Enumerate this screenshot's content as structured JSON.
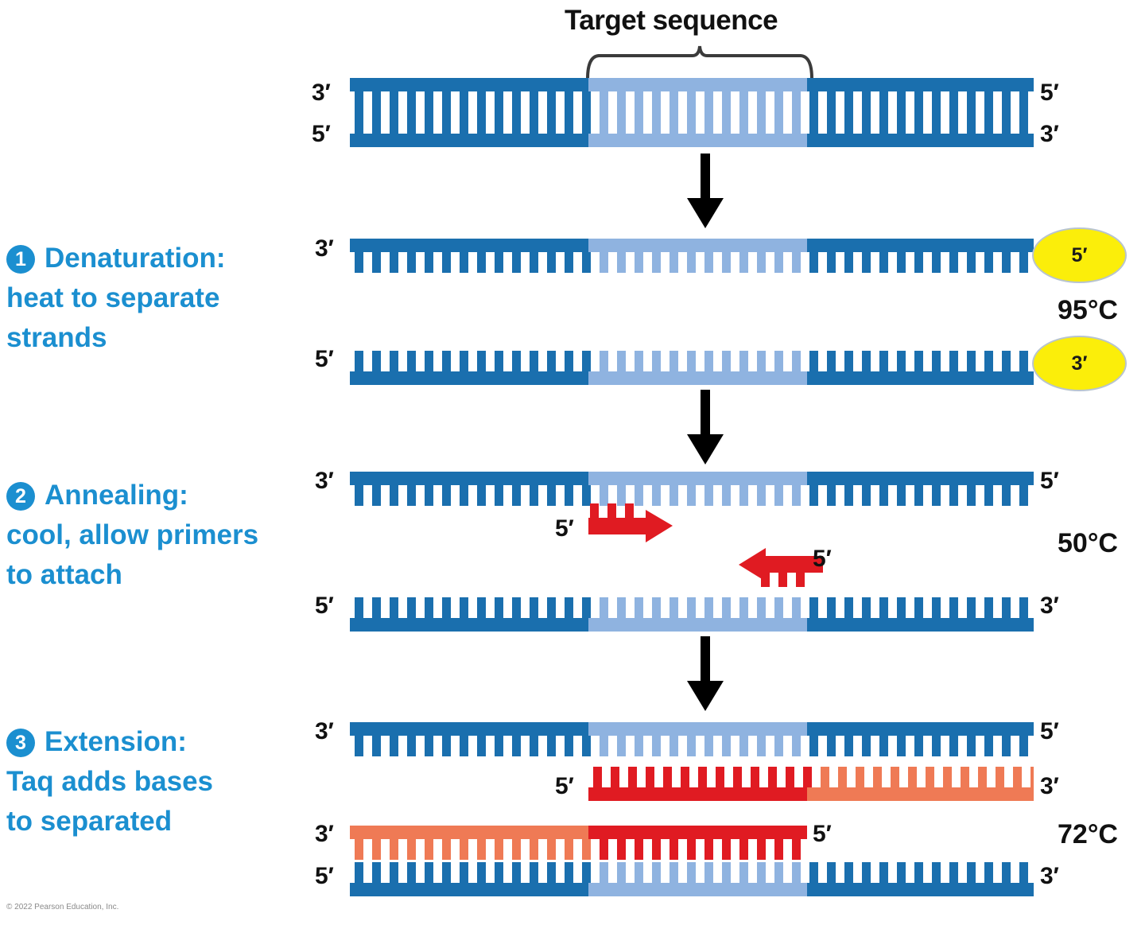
{
  "figure": {
    "title": "Target sequence",
    "copyright": "© 2022 Pearson Education, Inc.",
    "colors": {
      "dna_dark_blue": "#1a6fae",
      "dna_light_blue": "#8fb3e0",
      "new_strand_red": "#e01b22",
      "new_strand_salmon": "#ef7a55",
      "step_label_blue": "#1b8fd0",
      "oval_yellow": "#fbee0a",
      "text_black": "#111111"
    }
  },
  "steps": [
    {
      "number": "1",
      "heading": "Denaturation:",
      "body_line1": "heat to separate",
      "body_line2": "strands",
      "temperature": "95°C"
    },
    {
      "number": "2",
      "heading": "Annealing:",
      "body_line1": "cool, allow primers",
      "body_line2": "to attach",
      "temperature": "50°C"
    },
    {
      "number": "3",
      "heading": "Extension:",
      "body_line1": "Taq adds bases",
      "body_line2": "to separated",
      "temperature": "72°C"
    }
  ],
  "end_labels": {
    "three_prime": "3′",
    "five_prime": "5′"
  },
  "duplex_top": {
    "left_end_top": "3′",
    "left_end_bottom": "5′",
    "right_end_top": "5′",
    "right_end_bottom": "3′"
  },
  "denaturation_strands": {
    "upper_left": "3′",
    "upper_right_oval": "5′",
    "lower_left": "5′",
    "lower_right_oval": "3′"
  },
  "annealing_strands": {
    "upper_left": "3′",
    "upper_right": "5′",
    "lower_left": "5′",
    "lower_right": "3′",
    "primer_forward_label": "5′",
    "primer_reverse_label": "5′"
  },
  "extension_strands": {
    "upper_template_left": "3′",
    "upper_template_right": "5′",
    "upper_new_left": "5′",
    "upper_new_right": "3′",
    "lower_new_left": "3′",
    "lower_new_right": "5′",
    "lower_template_left": "5′",
    "lower_template_right": "3′"
  }
}
